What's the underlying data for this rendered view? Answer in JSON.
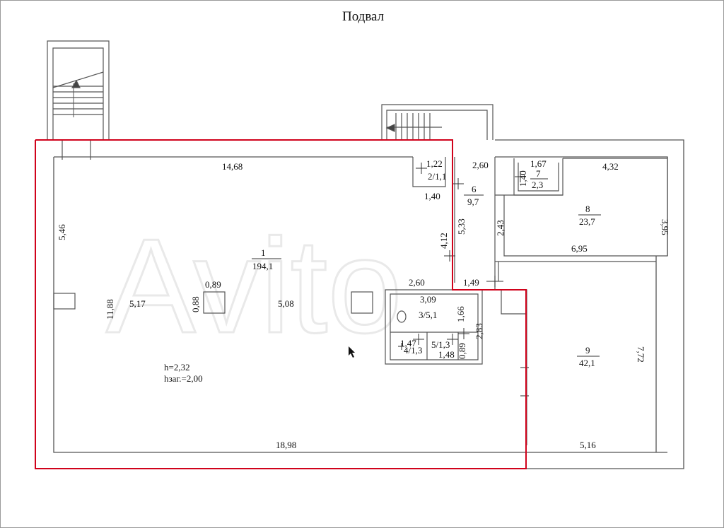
{
  "title": "Подвал",
  "watermark": "Avito",
  "highlight_color": "#d0021b",
  "dims": {
    "d14_68": "14,68",
    "d5_46": "5,46",
    "d11_88": "11,88",
    "d5_17": "5,17",
    "d0_88": "0,88",
    "d0_89": "0,89",
    "d5_08": "5,08",
    "d18_98": "18,98",
    "d1_22": "1,22",
    "d1_40a": "1,40",
    "d2_60a": "2,60",
    "d1_67": "1,67",
    "d1_40b": "1,40",
    "d4_32": "4,32",
    "d3_95": "3,95",
    "d5_33": "5,33",
    "d4_12": "4,12",
    "d2_43": "2,43",
    "d6_95": "6,95",
    "d2_60b": "2,60",
    "d1_49": "1,49",
    "d3_09": "3,09",
    "d1_66": "1,66",
    "d2_83": "2,83",
    "d1_47": "1,47",
    "d1_48": "1,48",
    "d0_89b": "0,89",
    "d7_72": "7,72",
    "d5_16": "5,16"
  },
  "rooms": {
    "r1_num": "1",
    "r1_area": "194,1",
    "r2": "2/1,1",
    "r3": "3/5,1",
    "r4": "4/1,3",
    "r5": "5/1,3",
    "r6_num": "6",
    "r6_area": "9,7",
    "r7_num": "7",
    "r7_area": "2,3",
    "r8_num": "8",
    "r8_area": "23,7",
    "r9_num": "9",
    "r9_area": "42,1"
  },
  "notes": {
    "height": "h=2,32",
    "height_zag": "hзаг.=2,00"
  }
}
